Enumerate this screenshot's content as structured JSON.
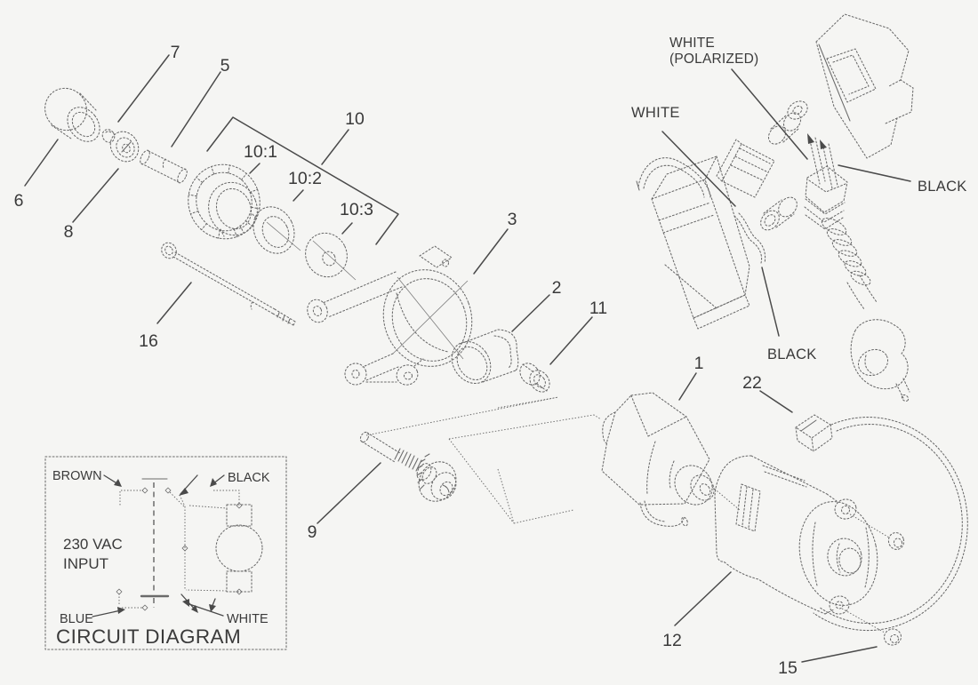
{
  "figure": {
    "name": "Electric starter exploded parts diagram with circuit inset"
  },
  "colors": {
    "background": "#f5f5f3",
    "part_line": "#6a6a6a",
    "construction_line": "#7d7d7d",
    "leader_line": "#4a4a4a",
    "text": "#3a3a3a"
  },
  "callouts": {
    "n1": "1",
    "n2": "2",
    "n3": "3",
    "n5": "5",
    "n6": "6",
    "n7": "7",
    "n8": "8",
    "n9": "9",
    "n10": "10",
    "n10_1": "10:1",
    "n10_2": "10:2",
    "n10_3": "10:3",
    "n11": "11",
    "n12": "12",
    "n15": "15",
    "n16": "16",
    "n22": "22"
  },
  "wire_labels": {
    "white_polarized_line1": "WHITE",
    "white_polarized_line2": "(POLARIZED)",
    "white": "WHITE",
    "black_plug": "BLACK",
    "black_switch": "BLACK"
  },
  "circuit": {
    "brown": "BROWN",
    "black": "BLACK",
    "blue": "BLUE",
    "white": "WHITE",
    "input_line1": "230 VAC",
    "input_line2": "INPUT",
    "title": "CIRCUIT DIAGRAM"
  }
}
